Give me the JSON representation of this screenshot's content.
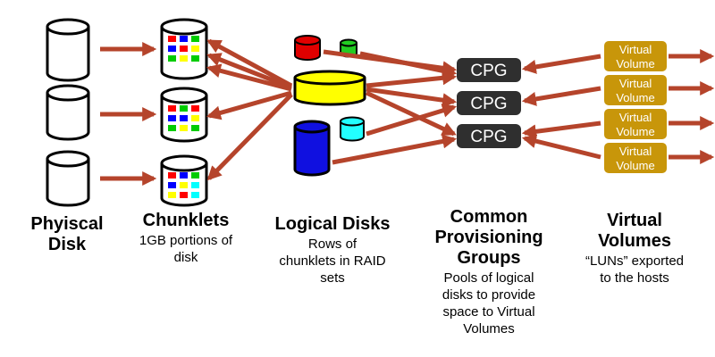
{
  "columns": {
    "physical_disk": {
      "title": "Phyiscal Disk",
      "title_lines": [
        "Phyiscal",
        "Disk"
      ]
    },
    "chunklets": {
      "title": "Chunklets",
      "desc_lines": [
        "1GB portions of",
        "disk"
      ]
    },
    "logical_disks": {
      "title": "Logical Disks",
      "desc_lines": [
        "Rows of",
        "chunklets in RAID",
        "sets"
      ]
    },
    "cpg": {
      "title_lines": [
        "Common",
        "Provisioning",
        "Groups"
      ],
      "desc_lines": [
        "Pools of logical",
        "disks to provide",
        "space to Virtual",
        "Volumes"
      ]
    },
    "virtual_volumes": {
      "title_lines": [
        "Virtual",
        "Volumes"
      ],
      "desc_lines": [
        "“LUNs” exported",
        "to the hosts"
      ]
    }
  },
  "cpg_boxes": [
    {
      "label": "CPG"
    },
    {
      "label": "CPG"
    },
    {
      "label": "CPG"
    }
  ],
  "vv_boxes": [
    {
      "line1": "Virtual",
      "line2": "Volume"
    },
    {
      "line1": "Virtual",
      "line2": "Volume"
    },
    {
      "line1": "Virtual",
      "line2": "Volume"
    },
    {
      "line1": "Virtual",
      "line2": "Volume"
    }
  ],
  "colors": {
    "arrow": "#b5442b",
    "cpg_fill": "#2f2f2f",
    "vv_fill": "#c8960a",
    "ld_red": "#e00000",
    "ld_green": "#22cc22",
    "ld_yellow": "#ffff00",
    "ld_blue": "#1010e0",
    "ld_cyan": "#22ffff",
    "chunk_red": "#ff0000",
    "chunk_blue": "#0000ff",
    "chunk_green": "#00cc00",
    "chunk_yellow": "#ffff00",
    "chunk_cyan": "#00ffff"
  },
  "icons": [
    "physical-disk-icon",
    "chunklet-disk-icon",
    "logical-disk-icon",
    "arrow-icon"
  ]
}
